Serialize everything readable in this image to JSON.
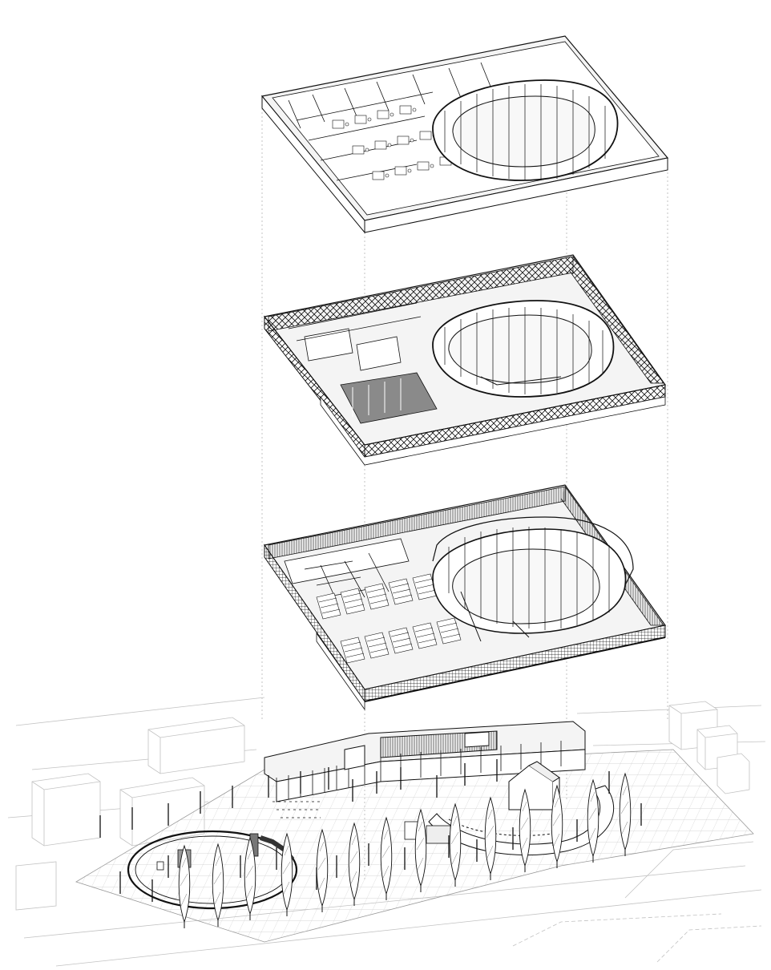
{
  "drawing": {
    "type": "exploded-axonometric",
    "levels": [
      {
        "id": "roof-level",
        "has_atrium": true,
        "facade": "solid-parapet"
      },
      {
        "id": "upper-level",
        "has_atrium": true,
        "facade": "diagonal-lattice"
      },
      {
        "id": "middle-level",
        "has_atrium": true,
        "facade": "grid-screen"
      },
      {
        "id": "ground-level",
        "has_atrium": false,
        "facade": "glazed-bar"
      }
    ],
    "landscape": {
      "trees": 14,
      "features": [
        "ring-pavilion",
        "arc-canopy",
        "small-house",
        "bollards",
        "paved-grid"
      ]
    },
    "colors": {
      "line": "#111111",
      "light_line": "#b5b5b5",
      "slab_fill": "#f4f4f4",
      "face_fill": "#ffffff",
      "shade": "#8a8a8a"
    }
  }
}
